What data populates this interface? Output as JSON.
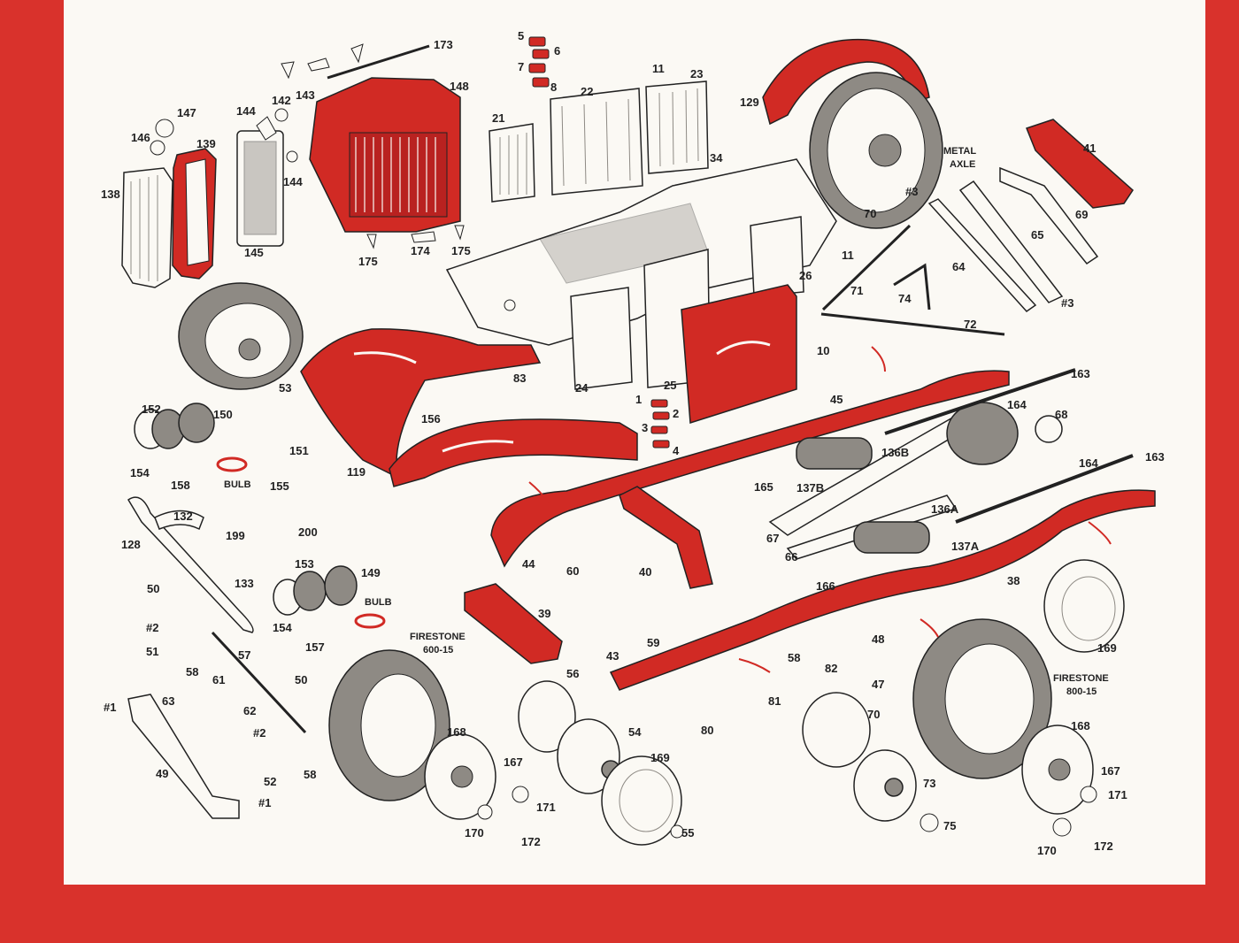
{
  "theme": {
    "border_red": "#d9322c",
    "paper": "#fbf9f4",
    "part_red": "#d12a24",
    "ink": "#222222",
    "gray": "#8e8a84"
  },
  "part_labels": [
    "173",
    "5",
    "6",
    "7",
    "8",
    "11",
    "23",
    "22",
    "21",
    "148",
    "142",
    "143",
    "144",
    "147",
    "146",
    "139",
    "138",
    "144",
    "145",
    "175",
    "174",
    "175",
    "34",
    "129",
    "70",
    "41",
    "69",
    "65",
    "64",
    "26",
    "11",
    "71",
    "74",
    "72",
    "10",
    "53",
    "83",
    "24",
    "25",
    "1",
    "2",
    "3",
    "4",
    "45",
    "163",
    "164",
    "68",
    "152",
    "150",
    "154",
    "158",
    "156",
    "151",
    "155",
    "119",
    "165",
    "136B",
    "137B",
    "164",
    "163",
    "136A",
    "137A",
    "67",
    "66",
    "132",
    "199",
    "200",
    "128",
    "44",
    "60",
    "40",
    "133",
    "153",
    "149",
    "154",
    "157",
    "166",
    "38",
    "50",
    "39",
    "59",
    "43",
    "58",
    "82",
    "48",
    "47",
    "169",
    "57",
    "51",
    "58",
    "61",
    "56",
    "63",
    "62",
    "50",
    "81",
    "70",
    "80",
    "54",
    "168",
    "167",
    "171",
    "169",
    "55",
    "170",
    "172",
    "73",
    "75",
    "168",
    "167",
    "171",
    "170",
    "172",
    "49",
    "52",
    "58",
    "#1",
    "#1",
    "#2",
    "#2",
    "#3",
    "#3"
  ],
  "text_labels": {
    "metal_axle_1": "METAL",
    "metal_axle_2": "AXLE",
    "bulb_1": "BULB",
    "bulb_2": "BULB",
    "firestone_left_1": "FIRESTONE",
    "firestone_left_2": "600-15",
    "firestone_right_1": "FIRESTONE",
    "firestone_right_2": "800-15"
  }
}
